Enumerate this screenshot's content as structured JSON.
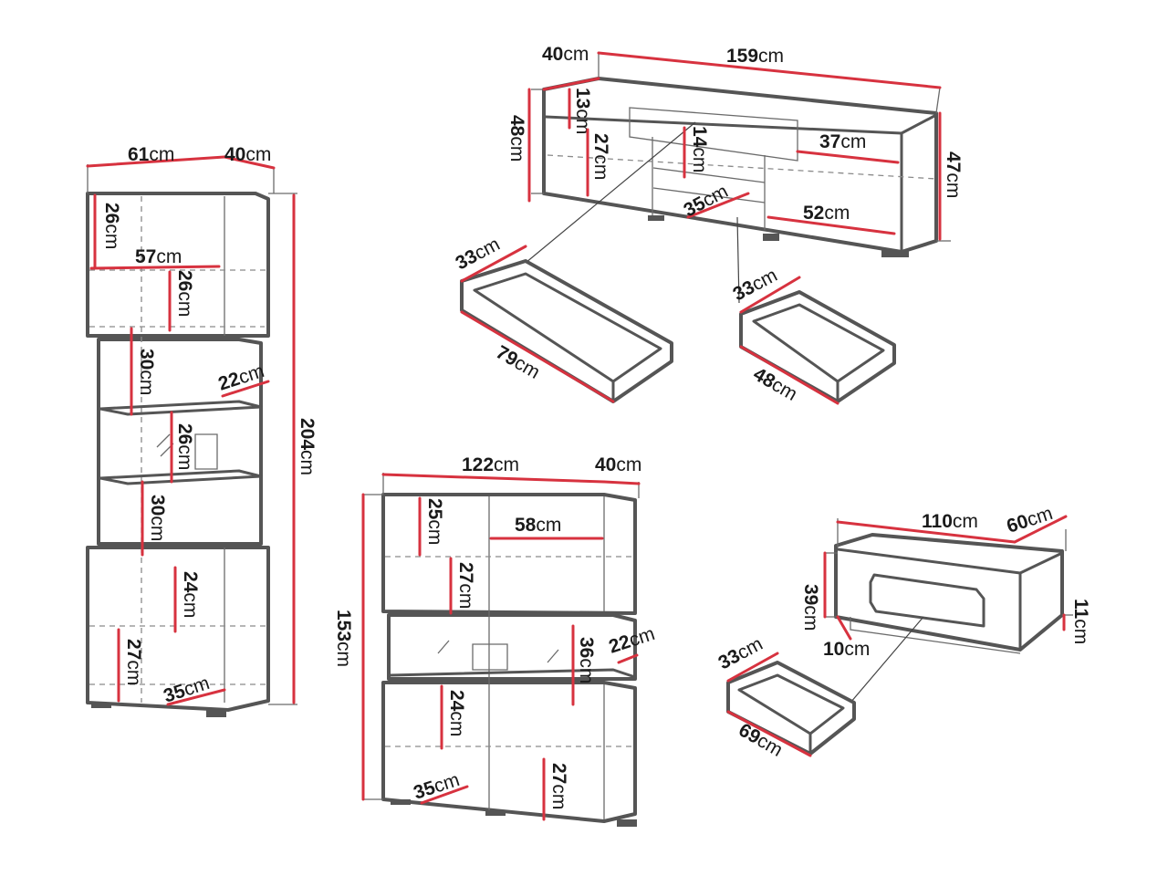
{
  "colors": {
    "dimension": "#d7323f",
    "outline": "#555555",
    "background": "#ffffff"
  },
  "unit": "cm",
  "furniture": [
    {
      "id": "tall-cabinet",
      "dims": [
        "61",
        "40",
        "204",
        "26",
        "57",
        "26",
        "30",
        "22",
        "26",
        "30",
        "24",
        "27",
        "35"
      ]
    },
    {
      "id": "tv-stand",
      "dims": [
        "40",
        "159",
        "48",
        "13",
        "27",
        "14",
        "37",
        "35",
        "52",
        "47"
      ]
    },
    {
      "id": "tv-stand-drawer-large",
      "dims": [
        "33",
        "79"
      ]
    },
    {
      "id": "tv-stand-drawer-small",
      "dims": [
        "33",
        "48"
      ]
    },
    {
      "id": "wide-cabinet",
      "dims": [
        "122",
        "40",
        "153",
        "25",
        "58",
        "27",
        "36",
        "22",
        "24",
        "35",
        "27"
      ]
    },
    {
      "id": "coffee-table",
      "dims": [
        "110",
        "60",
        "39",
        "11",
        "10"
      ]
    },
    {
      "id": "coffee-table-drawer",
      "dims": [
        "33",
        "69"
      ]
    }
  ]
}
